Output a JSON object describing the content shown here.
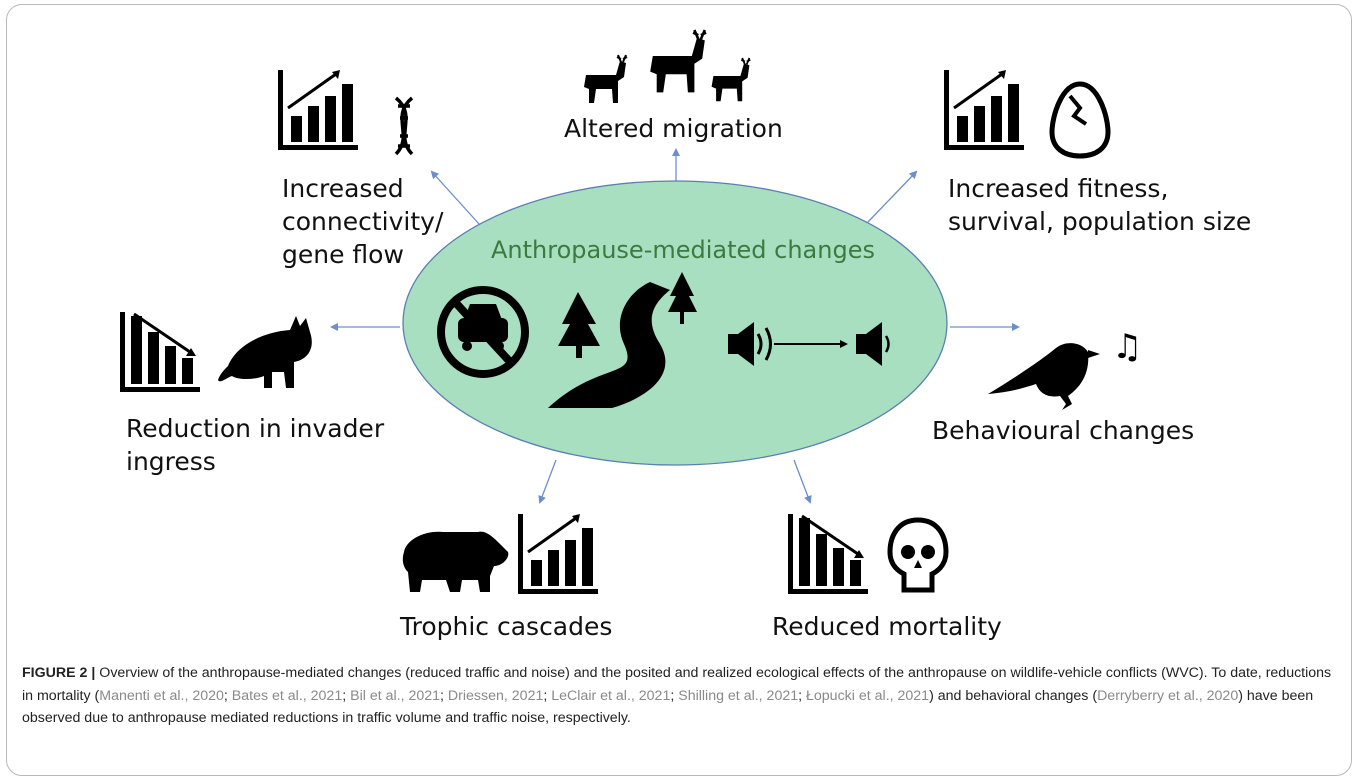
{
  "diagram": {
    "center_label": "Anthropause-mediated changes",
    "effects": {
      "connectivity": [
        "Increased",
        "connectivity/",
        "gene flow"
      ],
      "migration": [
        "Altered migration"
      ],
      "fitness": [
        "Increased fitness,",
        "survival, population size"
      ],
      "invader": [
        "Reduction in invader",
        "ingress"
      ],
      "behaviour": [
        "Behavioural changes"
      ],
      "trophic": [
        "Trophic cascades"
      ],
      "mortality": [
        "Reduced mortality"
      ]
    },
    "colors": {
      "ellipse_fill": "#a8dfc1",
      "ellipse_stroke": "#5b7fb2",
      "arrow": "#6c8fc9",
      "center_label": "#3d7a3f",
      "icon": "#000000",
      "citation": "#8a8a8a"
    },
    "icons": [
      "no-car-icon",
      "tree-icon",
      "road-icon",
      "speaker-icon",
      "chart-up-icon",
      "chart-down-icon",
      "dna-icon",
      "deer-icon",
      "egg-icon",
      "cat-icon",
      "bird-icon",
      "music-note-icon",
      "bear-icon",
      "skull-icon"
    ]
  },
  "caption": {
    "figure_label": "FIGURE 2 |",
    "text_1": " Overview of the anthropause-mediated changes (reduced traffic and noise) and the posited and realized ecological effects of the anthropause on wildlife-vehicle conflicts (WVC). To date, reductions in mortality (",
    "cite_1": "Manenti et al., 2020",
    "sep_1": "; ",
    "cite_2": "Bates et al., 2021",
    "sep_2": "; ",
    "cite_3": "Bil et al., 2021",
    "sep_3": "; ",
    "cite_4": "Driessen, 2021",
    "sep_4": "; ",
    "cite_5": "LeClair et al., 2021",
    "sep_5": "; ",
    "cite_6": "Shilling et al., 2021",
    "sep_6": "; ",
    "cite_7": "Łopucki et al., 2021",
    "text_2": ") and behavioral changes (",
    "cite_8": "Derryberry et al., 2020",
    "text_3": ") have been observed due to anthropause mediated reductions in traffic volume and traffic noise, respectively."
  }
}
